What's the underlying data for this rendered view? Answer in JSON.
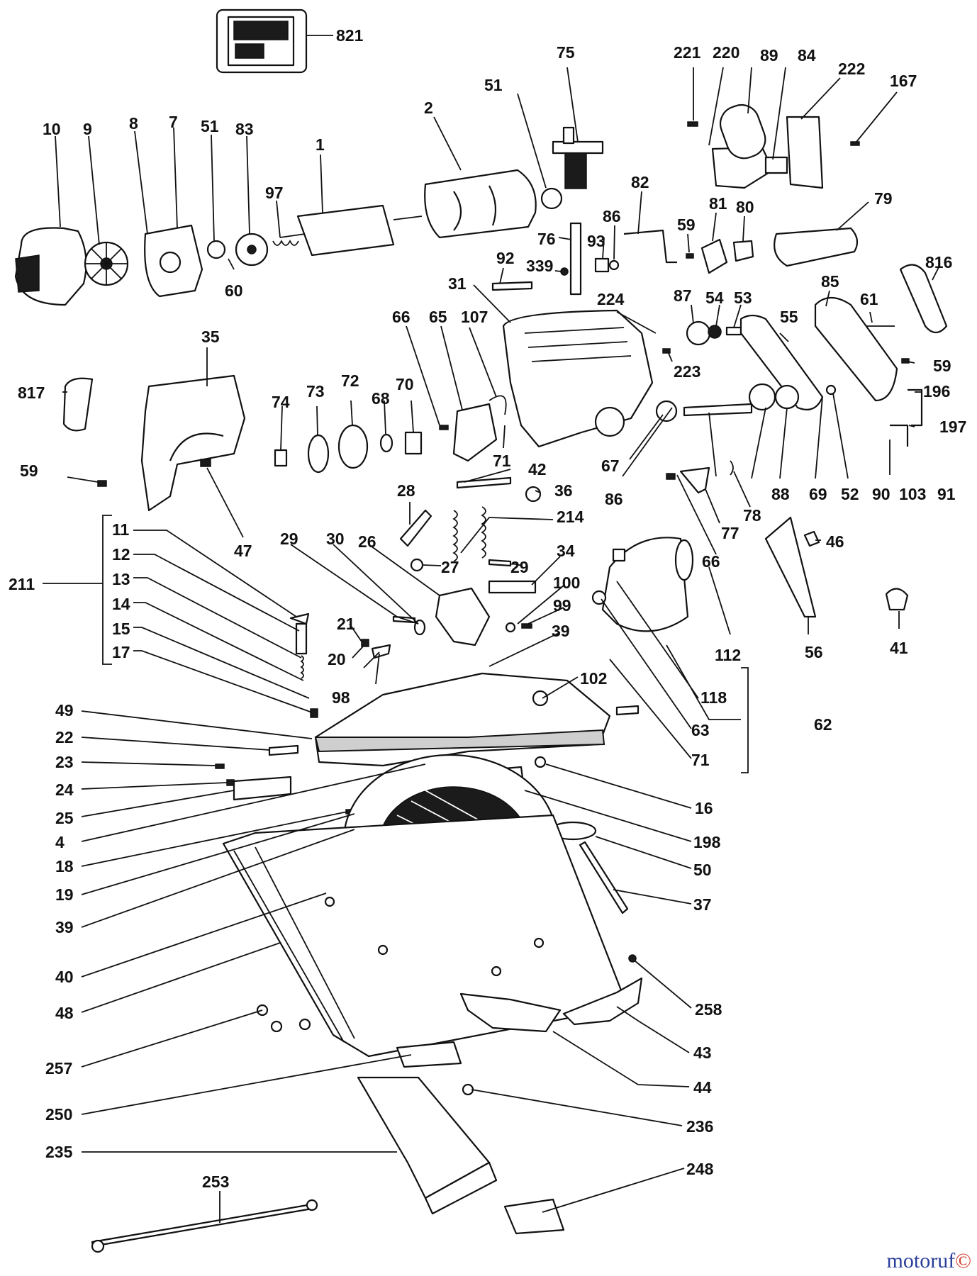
{
  "watermark": {
    "brand": "motoruf",
    "suffix": "©"
  },
  "callouts": {
    "p821": "821",
    "p75": "75",
    "p221": "221",
    "p220": "220",
    "p89": "89",
    "p84": "84",
    "p222": "222",
    "p167": "167",
    "p10": "10",
    "p9": "9",
    "p8": "8",
    "p7": "7",
    "p51a": "51",
    "p83": "83",
    "p97": "97",
    "p1": "1",
    "p2": "2",
    "p51b": "51",
    "p82": "82",
    "p86a": "86",
    "p59a": "59",
    "p81": "81",
    "p80": "80",
    "p79": "79",
    "p60": "60",
    "p76": "76",
    "p93": "93",
    "p92": "92",
    "p339": "339",
    "p816": "816",
    "p31": "31",
    "p224": "224",
    "p87": "87",
    "p54": "54",
    "p53": "53",
    "p85": "85",
    "p61": "61",
    "p66a": "66",
    "p65": "65",
    "p107": "107",
    "p35": "35",
    "p55": "55",
    "p59b": "59",
    "p223": "223",
    "p817": "817",
    "p74": "74",
    "p73": "73",
    "p72": "72",
    "p68": "68",
    "p70": "70",
    "p196": "196",
    "p197": "197",
    "p71a": "71",
    "p67": "67",
    "p42": "42",
    "p59c": "59",
    "p36": "36",
    "p88": "88",
    "p69": "69",
    "p52": "52",
    "p90": "90",
    "p103": "103",
    "p91": "91",
    "p86b": "86",
    "p28": "28",
    "p214": "214",
    "p78": "78",
    "p77": "77",
    "p47": "47",
    "p11": "11",
    "p211": "211",
    "p12": "12",
    "p29a": "29",
    "p30": "30",
    "p26": "26",
    "p27": "27",
    "p29b": "29",
    "p34": "34",
    "p66b": "66",
    "p46": "46",
    "p13": "13",
    "p14": "14",
    "p100": "100",
    "p99": "99",
    "p41": "41",
    "p15": "15",
    "p21": "21",
    "p39a": "39",
    "p112": "112",
    "p56": "56",
    "p17": "17",
    "p20": "20",
    "p98": "98",
    "p102": "102",
    "p118": "118",
    "p49": "49",
    "p62": "62",
    "p63": "63",
    "p22": "22",
    "p23": "23",
    "p71b": "71",
    "p24": "24",
    "p16": "16",
    "p25": "25",
    "p4": "4",
    "p198": "198",
    "p18": "18",
    "p50": "50",
    "p19": "19",
    "p37": "37",
    "p39b": "39",
    "p40": "40",
    "p258": "258",
    "p48": "48",
    "p257": "257",
    "p43": "43",
    "p44": "44",
    "p250": "250",
    "p236": "236",
    "p235": "235",
    "p253": "253",
    "p248": "248"
  }
}
